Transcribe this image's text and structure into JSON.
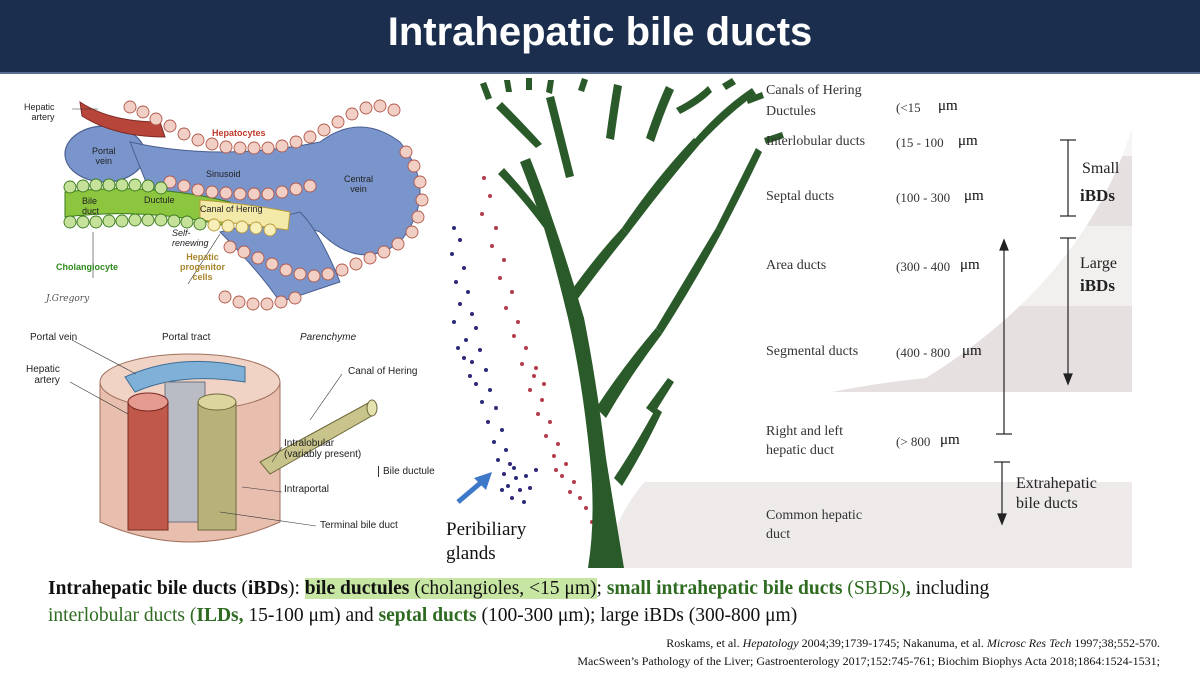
{
  "title": "Intrahepatic bile ducts",
  "diagram_top": {
    "hepatic_artery": "Hepatic\nartery",
    "hepatocytes": "Hepatocytes",
    "portal_vein": "Portal\nvein",
    "sinusoid": "Sinusoid",
    "central_vein": "Central\nvein",
    "ductule": "Ductule",
    "canal_of_hering": "Canal of Hering",
    "bile_duct": "Bile\nduct",
    "self_renewing": "Self-\nrenewing",
    "hepatic_progenitor": "Hepatic\nprogenitor\ncells",
    "cholangiocyte": "Cholangiocyte",
    "signature": "J.Gregory"
  },
  "diagram_bottom": {
    "portal_vein": "Portal vein",
    "portal_tract": "Portal tract",
    "parenchyme": "Parenchyme",
    "hepatic_artery": "Hepatic\nartery",
    "canal_of_hering": "Canal of Hering",
    "intralobular": "Intralobular\n(variably present)",
    "intraportal": "Intraportal",
    "bile_ductule": "Bile ductule",
    "terminal_bile_duct": "Terminal bile duct"
  },
  "tree": {
    "rows": [
      {
        "name": "Canals of Hering\nDuctules",
        "size": "(<15",
        "unit": "μm"
      },
      {
        "name": "Interlobular ducts",
        "size": "(15 - 100",
        "unit": "μm"
      },
      {
        "name": "Septal ducts",
        "size": "(100 - 300",
        "unit": "μm"
      },
      {
        "name": "Area ducts",
        "size": "(300 - 400",
        "unit": "μm"
      },
      {
        "name": "Segmental ducts",
        "size": "(400 - 800",
        "unit": "μm"
      },
      {
        "name": "Right and left\nhepatic duct",
        "size": "(> 800",
        "unit": "μm"
      },
      {
        "name": "Common hepatic\nduct",
        "size": "",
        "unit": ""
      }
    ],
    "small": "Small",
    "large": "Large",
    "ibds": "iBDs",
    "extrahepatic": "Extrahepatic\nbile ducts",
    "peribiliary": "Peribiliary\nglands"
  },
  "caption": {
    "p1": "Intrahepatic bile ducts",
    "p2": " (",
    "p3": "iBDs",
    "p4": "): ",
    "p5": "bile ductules",
    "p6": " (cholangioles, <15 μm)",
    "p7": "; ",
    "p8": "small intrahepatic bile ducts",
    "p9": " (SBDs)",
    "p10": ",",
    "p11": " including",
    "p12": "interlobular ducts (",
    "p13": "ILDs,",
    "p14": " 15-100 μm)",
    "p15": " and ",
    "p16": "septal ducts",
    "p17": " (100-300 μm); large iBDs (300-800 μm)"
  },
  "references": {
    "line1_a": "Roskams, et al. ",
    "line1_b": "Hepatology",
    "line1_c": " 2004;39;1739-1745; Nakanuma, et al. ",
    "line1_d": "Microsc Res Tech",
    "line1_e": " 1997;38;552-570.",
    "line2": "MacSween’s Pathology of the Liver; Gastroenterology 2017;152:745-761; Biochim Biophys Acta 2018;1864:1524-1531;"
  },
  "colors": {
    "title_bar": "#1b2e4d",
    "tree_green": "#2b5a2a",
    "highlight": "#c7e6a3",
    "caption_green": "#2e6b21",
    "portal_blue": "#6f8fc8",
    "artery_red": "#b8453a"
  }
}
